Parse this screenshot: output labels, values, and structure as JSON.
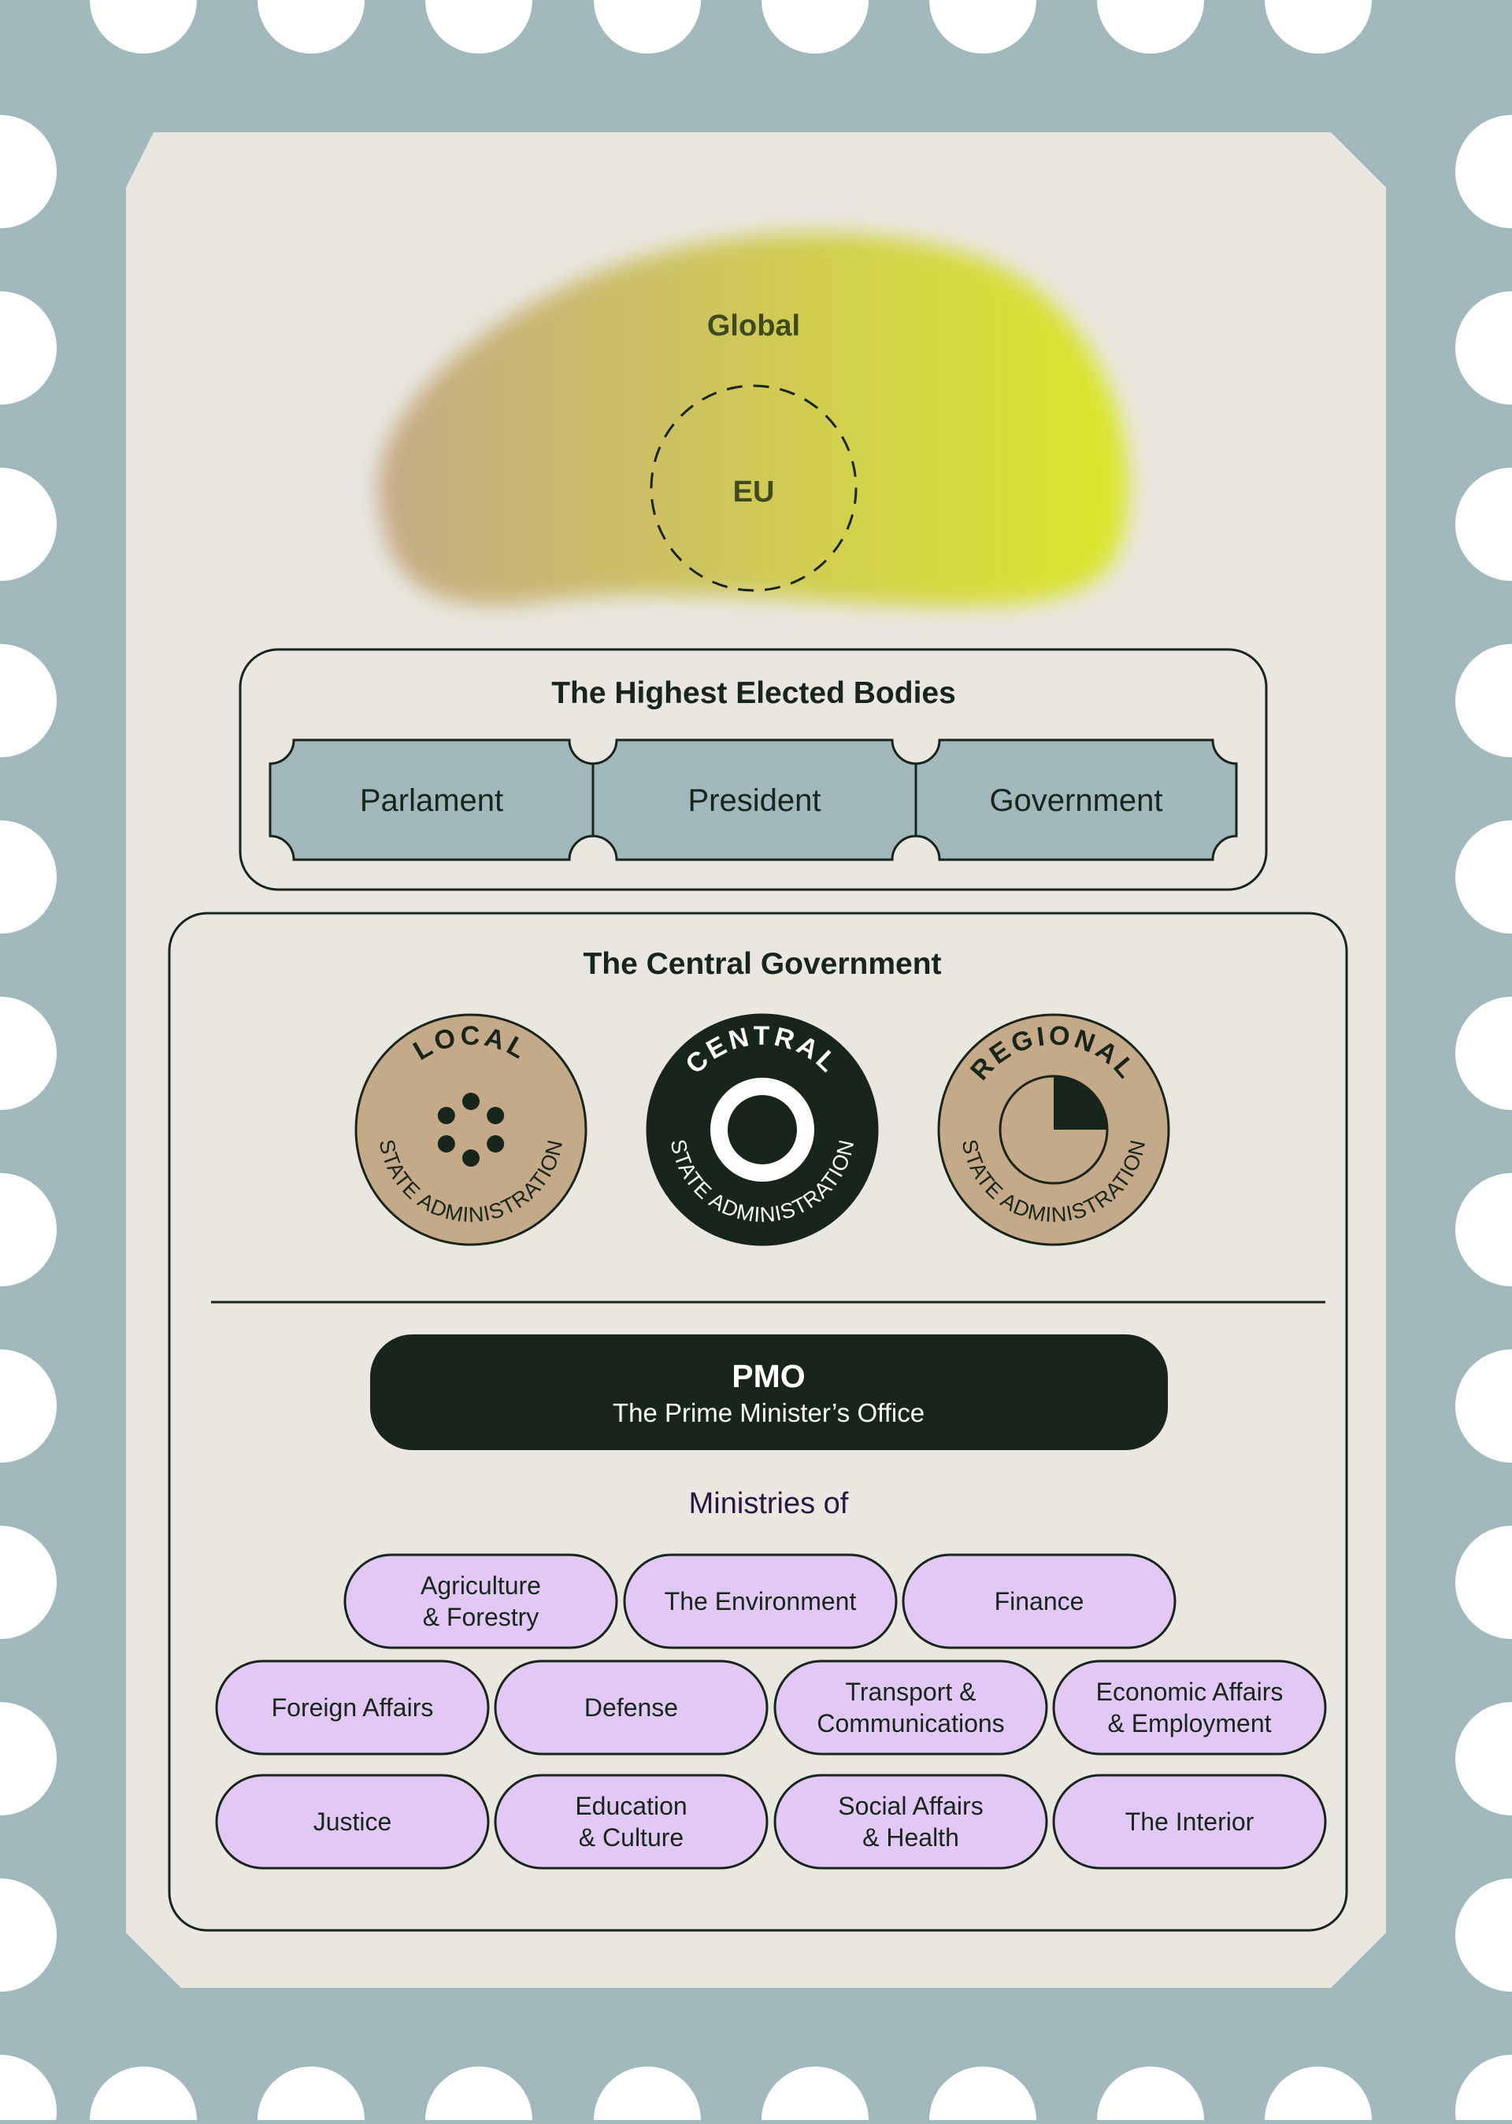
{
  "colors": {
    "frame": "#a1b9bd",
    "paper": "#e9e7e0",
    "ink": "#18251a",
    "tan": "#c4aa88",
    "ticket": "#a1b9bd",
    "ministry": "#e2c9f5",
    "blob_left": "#c4a985",
    "blob_right": "#dbe82a"
  },
  "scope": {
    "global_label": "Global",
    "eu_label": "EU"
  },
  "elected": {
    "title": "The Highest Elected Bodies",
    "bodies": [
      "Parlament",
      "President",
      "Government"
    ]
  },
  "central": {
    "title": "The Central Government",
    "badges": [
      {
        "top": "LOCAL",
        "bottom": "STATE ADMINISTRATION",
        "icon": "dots-ring-icon"
      },
      {
        "top": "CENTRAL",
        "bottom": "STATE ADMINISTRATION",
        "icon": "ring-icon"
      },
      {
        "top": "REGIONAL",
        "bottom": "STATE ADMINISTRATION",
        "icon": "pie-quarter-icon"
      }
    ]
  },
  "pmo": {
    "title": "PMO",
    "subtitle": "The Prime Minister’s Office"
  },
  "ministries": {
    "heading": "Ministries of",
    "rows": [
      [
        [
          "Agriculture",
          "& Forestry"
        ],
        [
          "The Environment"
        ],
        [
          "Finance"
        ]
      ],
      [
        [
          "Foreign Affairs"
        ],
        [
          "Defense"
        ],
        [
          "Transport &",
          "Communications"
        ],
        [
          "Economic Affairs",
          "& Employment"
        ]
      ],
      [
        [
          "Justice"
        ],
        [
          "Education",
          "& Culture"
        ],
        [
          "Social Affairs",
          "& Health"
        ],
        [
          "The Interior"
        ]
      ]
    ]
  }
}
